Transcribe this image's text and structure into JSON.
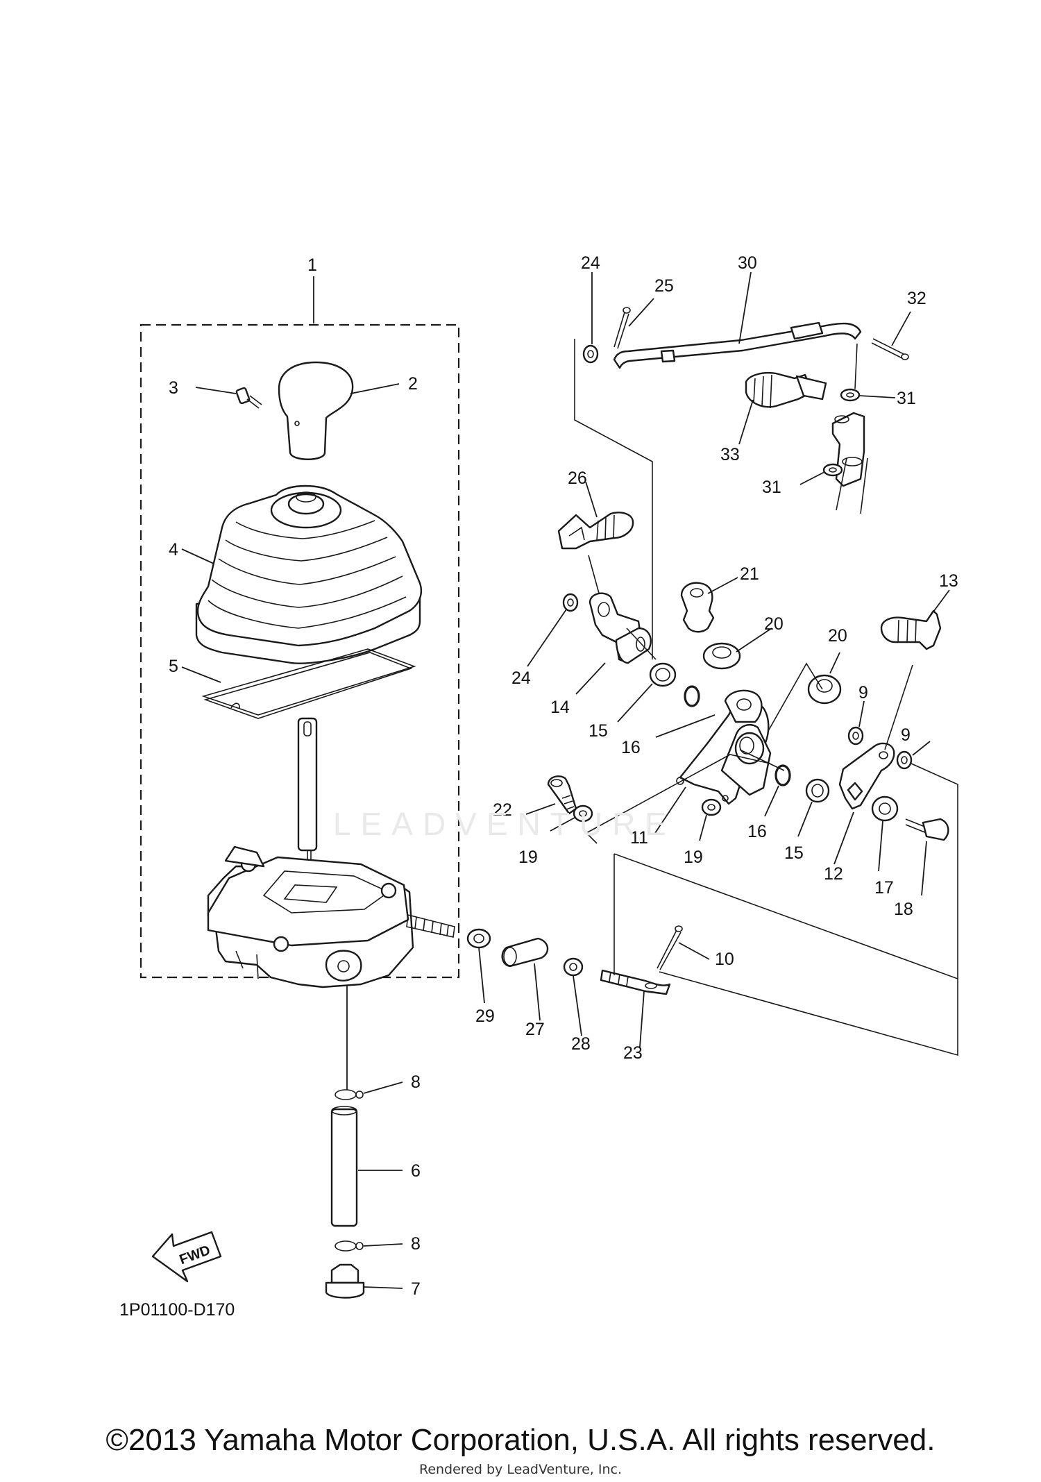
{
  "diagram": {
    "code": "1P01100-D170",
    "fwd_label": "FWD",
    "callouts": [
      {
        "id": "c1",
        "label": "1"
      },
      {
        "id": "c2",
        "label": "2"
      },
      {
        "id": "c3",
        "label": "3"
      },
      {
        "id": "c4",
        "label": "4"
      },
      {
        "id": "c5",
        "label": "5"
      },
      {
        "id": "c6",
        "label": "6"
      },
      {
        "id": "c7",
        "label": "7"
      },
      {
        "id": "c8a",
        "label": "8"
      },
      {
        "id": "c8b",
        "label": "8"
      },
      {
        "id": "c9a",
        "label": "9"
      },
      {
        "id": "c9b",
        "label": "9"
      },
      {
        "id": "c10",
        "label": "10"
      },
      {
        "id": "c11",
        "label": "11"
      },
      {
        "id": "c12",
        "label": "12"
      },
      {
        "id": "c13",
        "label": "13"
      },
      {
        "id": "c14",
        "label": "14"
      },
      {
        "id": "c15a",
        "label": "15"
      },
      {
        "id": "c15b",
        "label": "15"
      },
      {
        "id": "c16a",
        "label": "16"
      },
      {
        "id": "c16b",
        "label": "16"
      },
      {
        "id": "c17",
        "label": "17"
      },
      {
        "id": "c18",
        "label": "18"
      },
      {
        "id": "c19a",
        "label": "19"
      },
      {
        "id": "c19b",
        "label": "19"
      },
      {
        "id": "c20a",
        "label": "20"
      },
      {
        "id": "c20b",
        "label": "20"
      },
      {
        "id": "c21",
        "label": "21"
      },
      {
        "id": "c22",
        "label": "22"
      },
      {
        "id": "c23",
        "label": "23"
      },
      {
        "id": "c24a",
        "label": "24"
      },
      {
        "id": "c24b",
        "label": "24"
      },
      {
        "id": "c25",
        "label": "25"
      },
      {
        "id": "c26",
        "label": "26"
      },
      {
        "id": "c27",
        "label": "27"
      },
      {
        "id": "c28",
        "label": "28"
      },
      {
        "id": "c29",
        "label": "29"
      },
      {
        "id": "c30",
        "label": "30"
      },
      {
        "id": "c31a",
        "label": "31"
      },
      {
        "id": "c31b",
        "label": "31"
      },
      {
        "id": "c32",
        "label": "32"
      },
      {
        "id": "c33",
        "label": "33"
      }
    ]
  },
  "watermark": "LEADVENTURE",
  "copyright": "©2013 Yamaha Motor Corporation, U.S.A. All rights reserved.",
  "rendered_by": "Rendered by LeadVenture, Inc."
}
